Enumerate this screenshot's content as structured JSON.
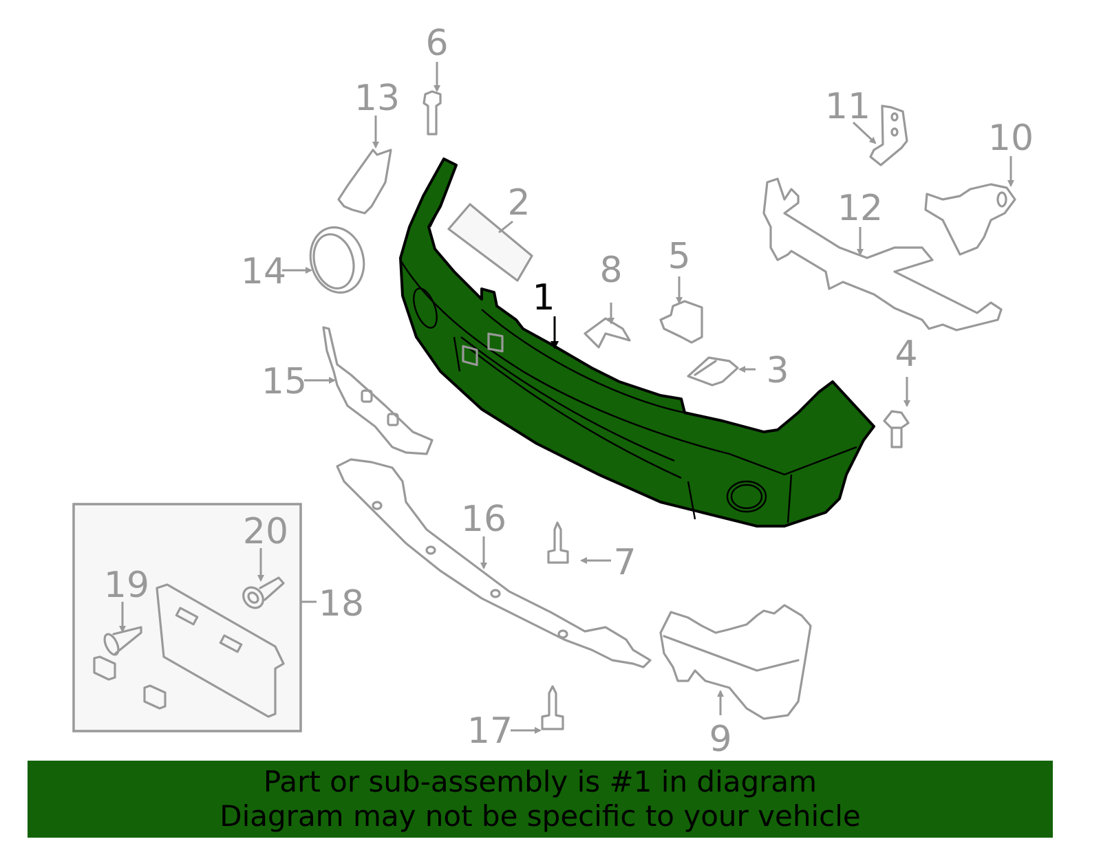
{
  "diagram": {
    "title": "Front bumper cover exploded parts diagram",
    "highlight_color": "#136207",
    "callout_color": "#999999",
    "highlighted_part": "1",
    "callouts": {
      "c1": "1",
      "c2": "2",
      "c3": "3",
      "c4": "4",
      "c5": "5",
      "c6": "6",
      "c7": "7",
      "c8": "8",
      "c9": "9",
      "c10": "10",
      "c11": "11",
      "c12": "12",
      "c13": "13",
      "c14": "14",
      "c15": "15",
      "c16": "16",
      "c17": "17",
      "c18": "18",
      "c19": "19",
      "c20": "20"
    }
  },
  "banner": {
    "line1": "Part or sub-assembly is #1 in diagram",
    "line2": "Diagram may not be specific to your vehicle",
    "background": "#136207"
  }
}
